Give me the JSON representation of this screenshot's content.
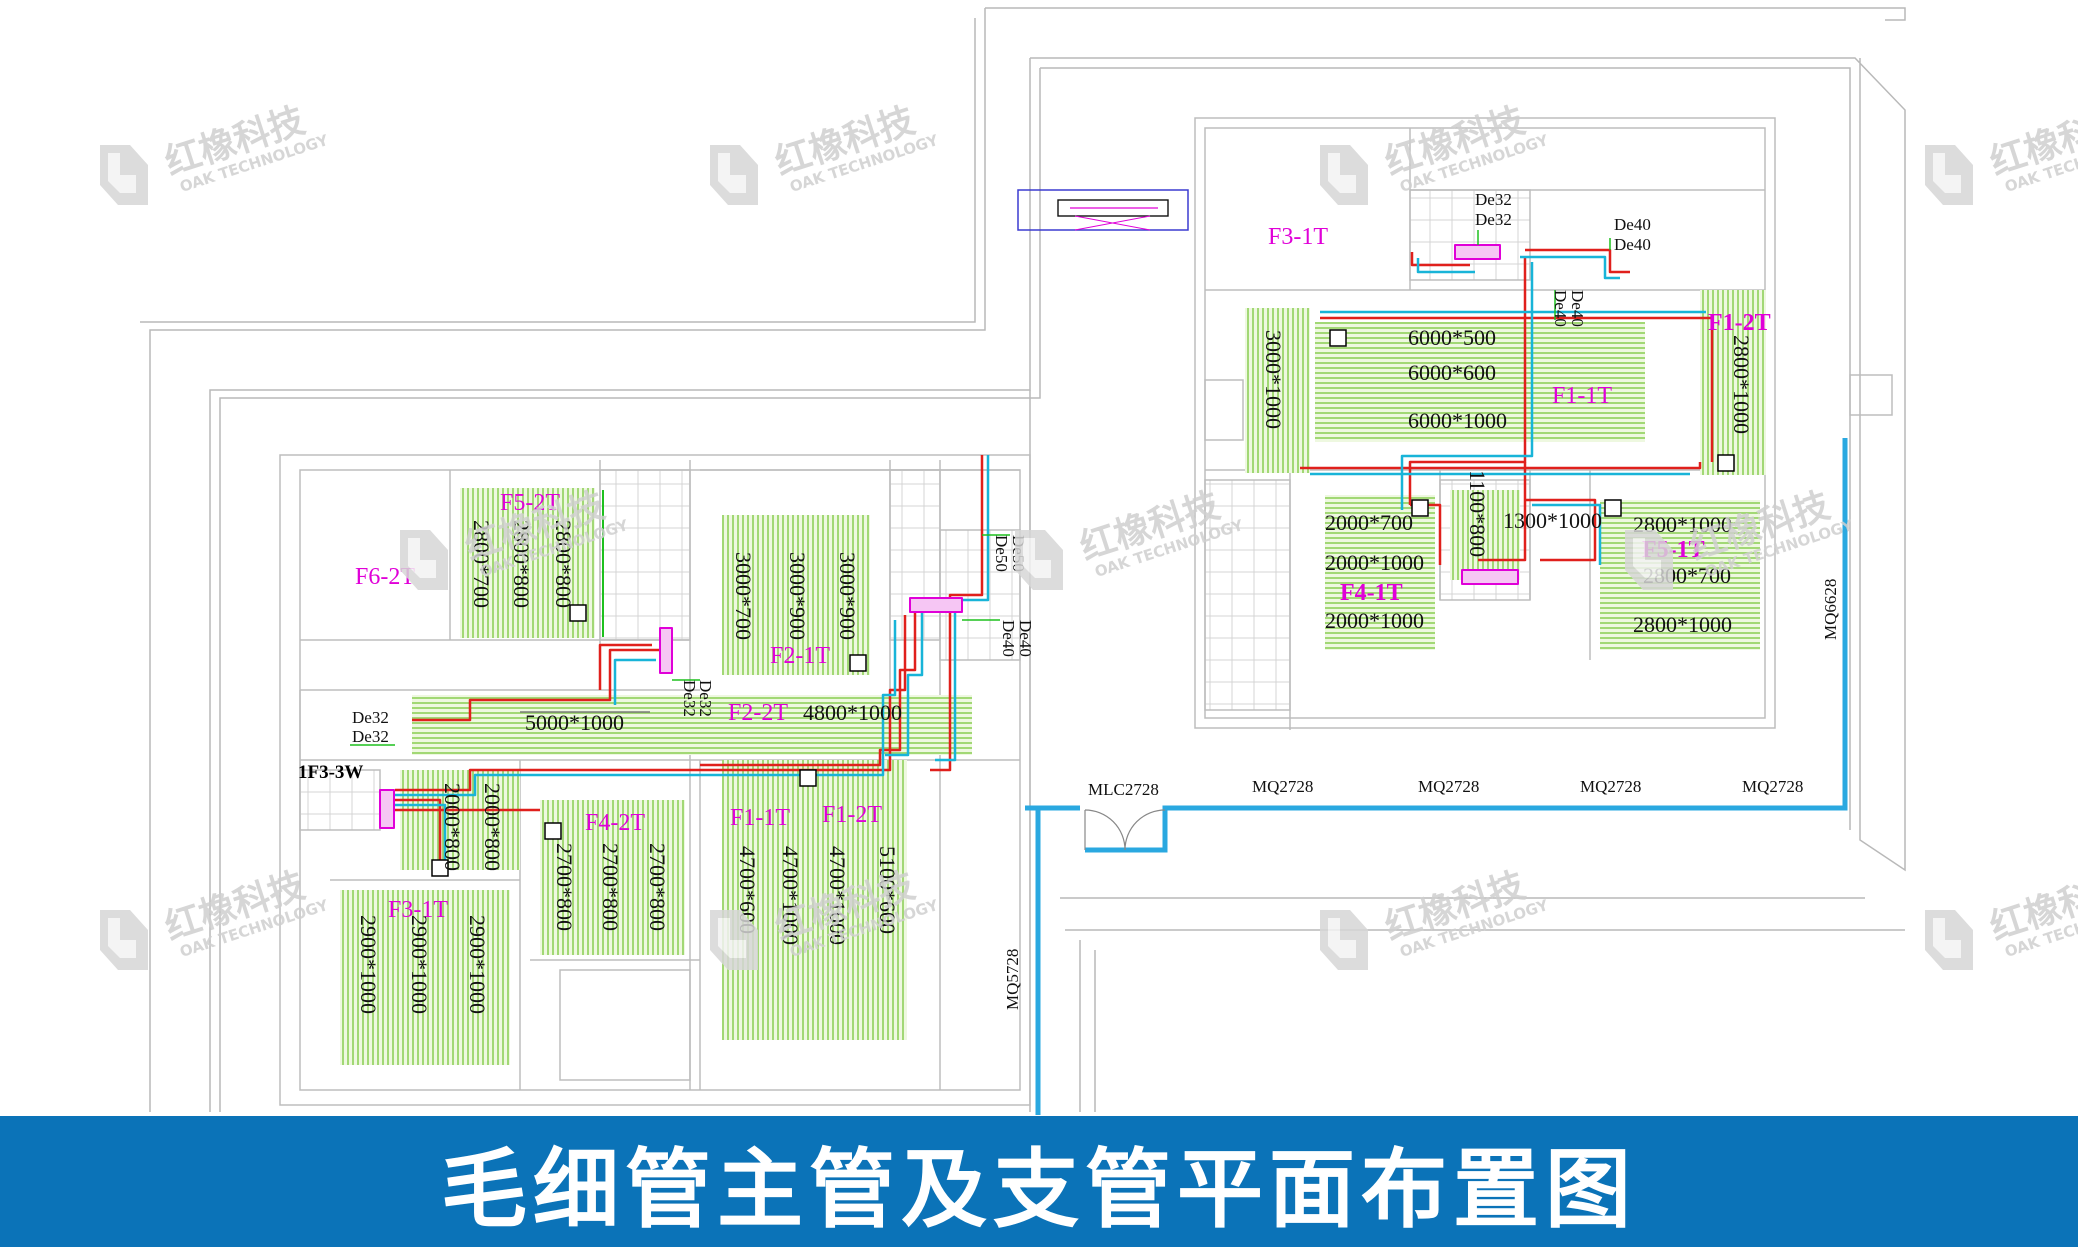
{
  "title": "毛细管主管及支管平面布置图",
  "watermark": {
    "brand_cn": "红橡科技",
    "brand_en": "OAK TECHNOLOGY"
  },
  "colors": {
    "supply_pipe": "#e0201c",
    "return_pipe": "#18b4d8",
    "capillary_mat": "#8fd05a",
    "zone_label": "#e000d8",
    "wall_line": "#2aa8e0",
    "banner": "#0b73b8"
  },
  "left_plan": {
    "zones": [
      "F6-2T",
      "F5-2T",
      "F2-1T",
      "F2-2T",
      "1F3-3W",
      "F4-2T",
      "F3-1T",
      "F1-1T",
      "F1-2T"
    ],
    "mats": [
      "2800*700",
      "2800*800",
      "2800*800",
      "3000*700",
      "3000*900",
      "3000*900",
      "5000*1000",
      "4800*1000",
      "2000*800",
      "2000*800",
      "2700*800",
      "2700*800",
      "2700*800",
      "2900*1000",
      "2900*1000",
      "2900*1000",
      "4700*600",
      "4700*1000",
      "4700*1000",
      "5100*600"
    ],
    "pipes": [
      "De50",
      "De50",
      "De40",
      "De40",
      "De32",
      "De32",
      "De32",
      "De32"
    ]
  },
  "right_plan": {
    "zones": [
      "F3-1T",
      "F1-2T",
      "F1-1T",
      "F4-1T",
      "F5-1T"
    ],
    "mats": [
      "6000*500",
      "6000*600",
      "6000*1000",
      "3000*1000",
      "2800*1000",
      "2000*700",
      "2000*1000",
      "2000*1000",
      "1100*800",
      "1300*1000",
      "2800*1000",
      "2800*700",
      "2800*1000"
    ],
    "pipes": [
      "De32",
      "De32",
      "De40",
      "De40",
      "De40",
      "De40"
    ],
    "walls": [
      "MQ2728",
      "MQ2728",
      "MQ2728",
      "MQ2728",
      "MQ6628",
      "MLC2728",
      "MQ5728"
    ]
  }
}
